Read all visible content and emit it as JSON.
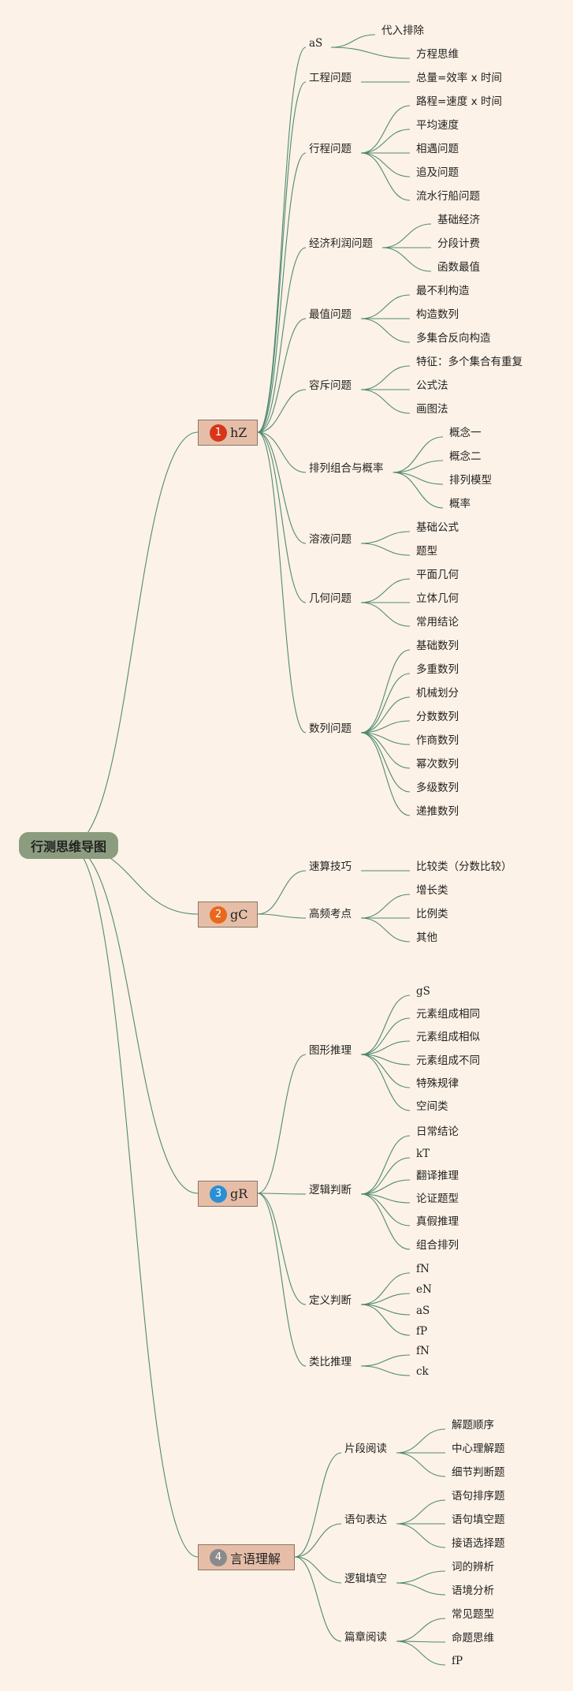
{
  "root": "行测思维导图",
  "colors": {
    "background": "#fdf2e7",
    "line": "#4f8a72",
    "root_fill": "#8c9c7f",
    "category_fill": "#e6bea8",
    "badge_1": "#d7361a",
    "badge_2": "#e8681c",
    "badge_3": "#2a8fd4",
    "badge_4": "#8a8a8a"
  },
  "categories": [
    {
      "number": "1",
      "label": "hZ",
      "children": [
        {
          "label": "aS",
          "children": [
            "代入排除",
            "方程思维"
          ]
        },
        {
          "label": "工程问题",
          "children": [
            "总量=效率 x 时间"
          ]
        },
        {
          "label": "行程问题",
          "children": [
            "路程=速度 x 时间",
            "平均速度",
            "相遇问题",
            "追及问题",
            "流水行船问题"
          ]
        },
        {
          "label": "经济利润问题",
          "children": [
            "基础经济",
            "分段计费",
            "函数最值"
          ]
        },
        {
          "label": "最值问题",
          "children": [
            "最不利构造",
            "构造数列",
            "多集合反向构造"
          ]
        },
        {
          "label": "容斥问题",
          "children": [
            "特征：多个集合有重复",
            "公式法",
            "画图法"
          ]
        },
        {
          "label": "排列组合与概率",
          "children": [
            "概念一",
            "概念二",
            "排列模型",
            "概率"
          ]
        },
        {
          "label": "溶液问题",
          "children": [
            "基础公式",
            "题型"
          ]
        },
        {
          "label": "几何问题",
          "children": [
            "平面几何",
            "立体几何",
            "常用结论"
          ]
        },
        {
          "label": "数列问题",
          "children": [
            "基础数列",
            "多重数列",
            "机械划分",
            "分数数列",
            "作商数列",
            "幂次数列",
            "多级数列",
            "递推数列"
          ]
        }
      ]
    },
    {
      "number": "2",
      "label": "gC",
      "children": [
        {
          "label": "速算技巧",
          "children": [
            "比较类（分数比较）"
          ]
        },
        {
          "label": "高频考点",
          "children": [
            "增长类",
            "比例类",
            "其他"
          ]
        }
      ]
    },
    {
      "number": "3",
      "label": "gR",
      "children": [
        {
          "label": "图形推理",
          "children": [
            "gS",
            "元素组成相同",
            "元素组成相似",
            "元素组成不同",
            "特殊规律",
            "空间类"
          ]
        },
        {
          "label": "逻辑判断",
          "children": [
            "日常结论",
            "kT",
            "翻译推理",
            "论证题型",
            "真假推理",
            "组合排列"
          ]
        },
        {
          "label": "定义判断",
          "children": [
            "fN",
            "eN",
            "aS",
            "fP"
          ]
        },
        {
          "label": "类比推理",
          "children": [
            "fN",
            "ck"
          ]
        }
      ]
    },
    {
      "number": "4",
      "label": "言语理解",
      "children": [
        {
          "label": "片段阅读",
          "children": [
            "解题顺序",
            "中心理解题",
            "细节判断题"
          ]
        },
        {
          "label": "语句表达",
          "children": [
            "语句排序题",
            "语句填空题",
            "接语选择题"
          ]
        },
        {
          "label": "逻辑填空",
          "children": [
            "词的辨析",
            "语境分析"
          ]
        },
        {
          "label": "篇章阅读",
          "children": [
            "常见题型",
            "命题思维",
            "fP"
          ]
        }
      ]
    }
  ]
}
